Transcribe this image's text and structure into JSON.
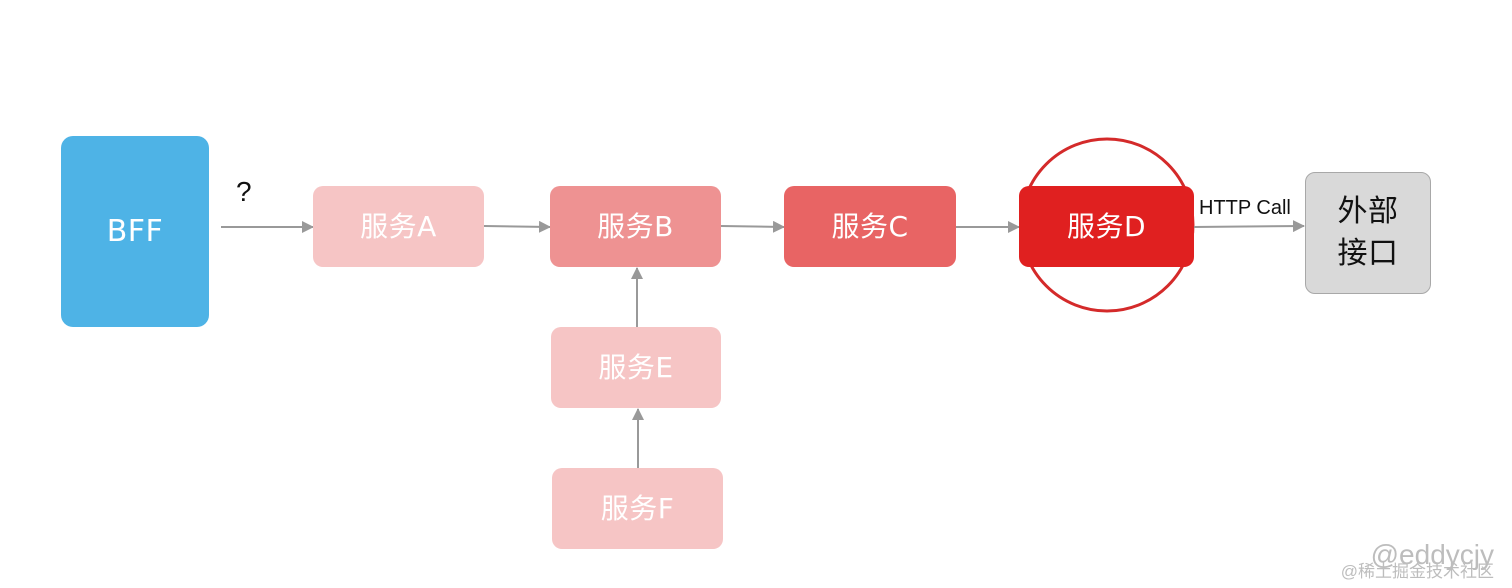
{
  "nodes": {
    "bff": "BFF",
    "service_a": "服务A",
    "service_b": "服务B",
    "service_c": "服务C",
    "service_d": "服务D",
    "service_e": "服务E",
    "service_f": "服务F",
    "external_api": "外部\n接口"
  },
  "edge_labels": {
    "bff_to_a": "?",
    "d_to_external": "HTTP Call"
  },
  "watermark": {
    "handle": "@eddycjy",
    "site": "@稀土掘金技术社区"
  },
  "colors": {
    "bff": "#4eb3e6",
    "light_pink": "#f6c5c5",
    "medium_pink": "#ee9292",
    "salmon": "#e86464",
    "red": "#e02020",
    "highlight_ring": "#d42a2a",
    "external": "#d9d9d9",
    "arrow": "#999999"
  }
}
